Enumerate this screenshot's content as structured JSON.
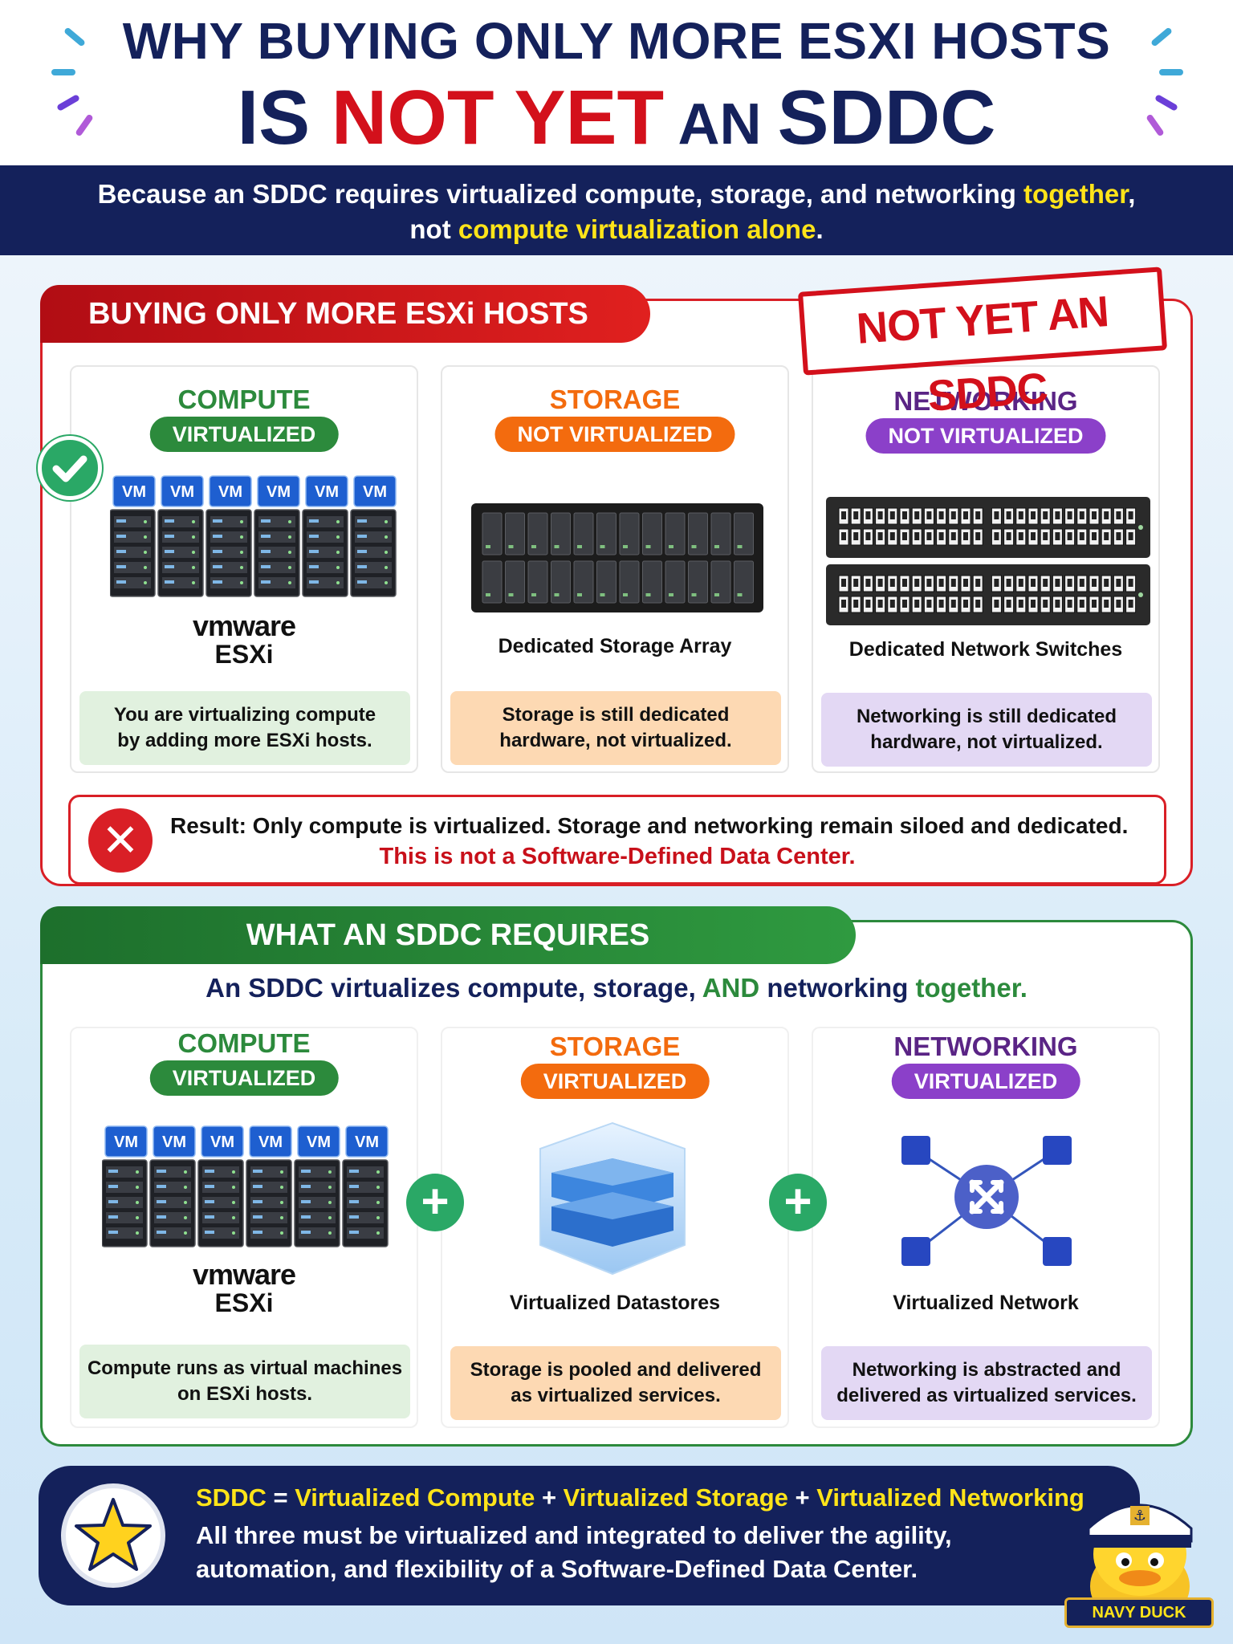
{
  "title": {
    "line1": "WHY BUYING ONLY MORE ESXI HOSTS",
    "line2_part1": "IS ",
    "line2_part2": "NOT YET",
    "line2_part3": " AN ",
    "line2_part4": "SDDC"
  },
  "banner": {
    "line1_a": "Because an SDDC requires virtualized compute, storage, and networking ",
    "line1_b": "together",
    "line1_c": ",",
    "line2_a": "not ",
    "line2_b": "compute virtualization alone",
    "line2_c": "."
  },
  "section1": {
    "tab": "BUYING ONLY MORE ESXi HOSTS",
    "stamp": "NOT YET AN SDDC",
    "compute": {
      "title": "COMPUTE",
      "pill": "VIRTUALIZED",
      "vmw": "vmware",
      "esxi": "ESXi",
      "desc1": "You are virtualizing compute",
      "desc2": "by adding more ESXi hosts."
    },
    "storage": {
      "title": "STORAGE",
      "pill": "NOT VIRTUALIZED",
      "caption": "Dedicated Storage Array",
      "desc1": "Storage is still dedicated",
      "desc2": "hardware, not virtualized."
    },
    "networking": {
      "title": "NETWORKING",
      "pill": "NOT VIRTUALIZED",
      "caption": "Dedicated Network Switches",
      "desc1": "Networking is still dedicated",
      "desc2": "hardware, not virtualized."
    },
    "vm_labels": [
      "VM",
      "VM",
      "VM",
      "VM",
      "VM",
      "VM"
    ],
    "result_line1": "Result: Only compute is virtualized. Storage and networking remain siloed and dedicated.",
    "result_line2": "This is not a Software-Defined Data Center."
  },
  "section2": {
    "tab": "WHAT AN SDDC REQUIRES",
    "sub_a": "An SDDC virtualizes compute, storage, ",
    "sub_b": "AND",
    "sub_c": " networking ",
    "sub_d": "together.",
    "compute": {
      "title": "COMPUTE",
      "pill": "VIRTUALIZED",
      "vmw": "vmware",
      "esxi": "ESXi",
      "desc1": "Compute runs as virtual machines",
      "desc2": "on ESXi hosts."
    },
    "storage": {
      "title": "STORAGE",
      "pill": "VIRTUALIZED",
      "caption": "Virtualized Datastores",
      "desc1": "Storage is pooled and delivered",
      "desc2": "as virtualized services."
    },
    "networking": {
      "title": "NETWORKING",
      "pill": "VIRTUALIZED",
      "caption": "Virtualized Network",
      "desc1": "Networking is abstracted and",
      "desc2": "delivered as virtualized services."
    }
  },
  "footer": {
    "eq_a": "SDDC",
    "eq_b": " = ",
    "eq_c": "Virtualized Compute",
    "eq_d": " + ",
    "eq_e": "Virtualized Storage",
    "eq_f": " + ",
    "eq_g": "Virtualized Networking",
    "line2": "All three must be virtualized and integrated to deliver the agility,",
    "line3": "automation, and flexibility of a Software-Defined Data Center.",
    "mascot": "NAVY DUCK"
  },
  "colors": {
    "navy": "#14215b",
    "red": "#d3101b",
    "green": "#2c8a3c",
    "orange": "#f36b0e",
    "purple": "#8b40c9",
    "yellow": "#ffe419"
  }
}
